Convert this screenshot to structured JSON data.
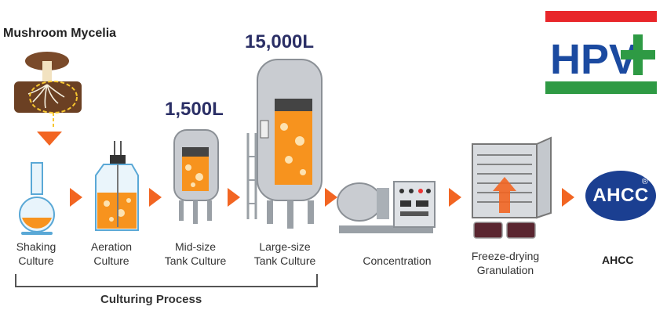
{
  "header": {
    "title": "Mushroom Mycelia"
  },
  "volumes": {
    "mid": "1,500",
    "mid_unit": "L",
    "large": "15,000",
    "large_unit": "L"
  },
  "steps": [
    {
      "line1": "Shaking",
      "line2": "Culture"
    },
    {
      "line1": "Aeration",
      "line2": "Culture"
    },
    {
      "line1": "Mid-size",
      "line2": "Tank Culture"
    },
    {
      "line1": "Large-size",
      "line2": "Tank Culture"
    },
    {
      "line1": "Concentration",
      "line2": ""
    },
    {
      "line1": "Freeze-drying",
      "line2": "Granulation"
    },
    {
      "line1": "AHCC",
      "line2": ""
    }
  ],
  "badge": {
    "text": "AHCC",
    "mark": "®"
  },
  "logo": {
    "text": "HPV",
    "colors": {
      "red": "#e8262a",
      "blue": "#1b4aa0",
      "green": "#2e9a44"
    }
  },
  "footer": {
    "title": "Culturing Process"
  },
  "colors": {
    "arrow": "#f26522",
    "culture": "#f7931e"
  }
}
